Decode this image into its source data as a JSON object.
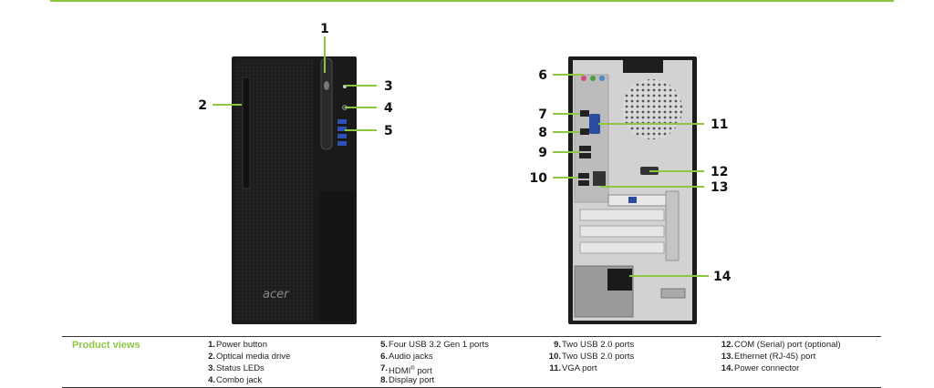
{
  "callouts": [
    "1",
    "2",
    "3",
    "4",
    "5",
    "6",
    "7",
    "8",
    "9",
    "10",
    "11",
    "12",
    "13",
    "14"
  ],
  "front_logo": "acer",
  "legend": {
    "heading": "Product views",
    "items": [
      {
        "num": "1.",
        "label": "Power button"
      },
      {
        "num": "2.",
        "label": "Optical media drive"
      },
      {
        "num": "3.",
        "label": "Status LEDs"
      },
      {
        "num": "4.",
        "label": "Combo jack"
      },
      {
        "num": "5.",
        "label": "Four USB 3.2 Gen 1 ports"
      },
      {
        "num": "6.",
        "label": "Audio jacks"
      },
      {
        "num": "7.",
        "label": "HDMI",
        "sup": "®",
        "suffix": " port"
      },
      {
        "num": "8.",
        "label": "Display port"
      },
      {
        "num": "9.",
        "label": "Two USB 2.0 ports"
      },
      {
        "num": "10.",
        "label": "Two USB 2.0 ports"
      },
      {
        "num": "11.",
        "label": "VGA port"
      },
      {
        "num": "12.",
        "label": "COM (Serial) port (optional)"
      },
      {
        "num": "13.",
        "label": "Ethernet (RJ-45) port"
      },
      {
        "num": "14.",
        "label": "Power connector"
      }
    ]
  },
  "colors": {
    "accent": "#8dc63f",
    "case": "#1b1b1b",
    "metal": "#8a8a8a"
  }
}
